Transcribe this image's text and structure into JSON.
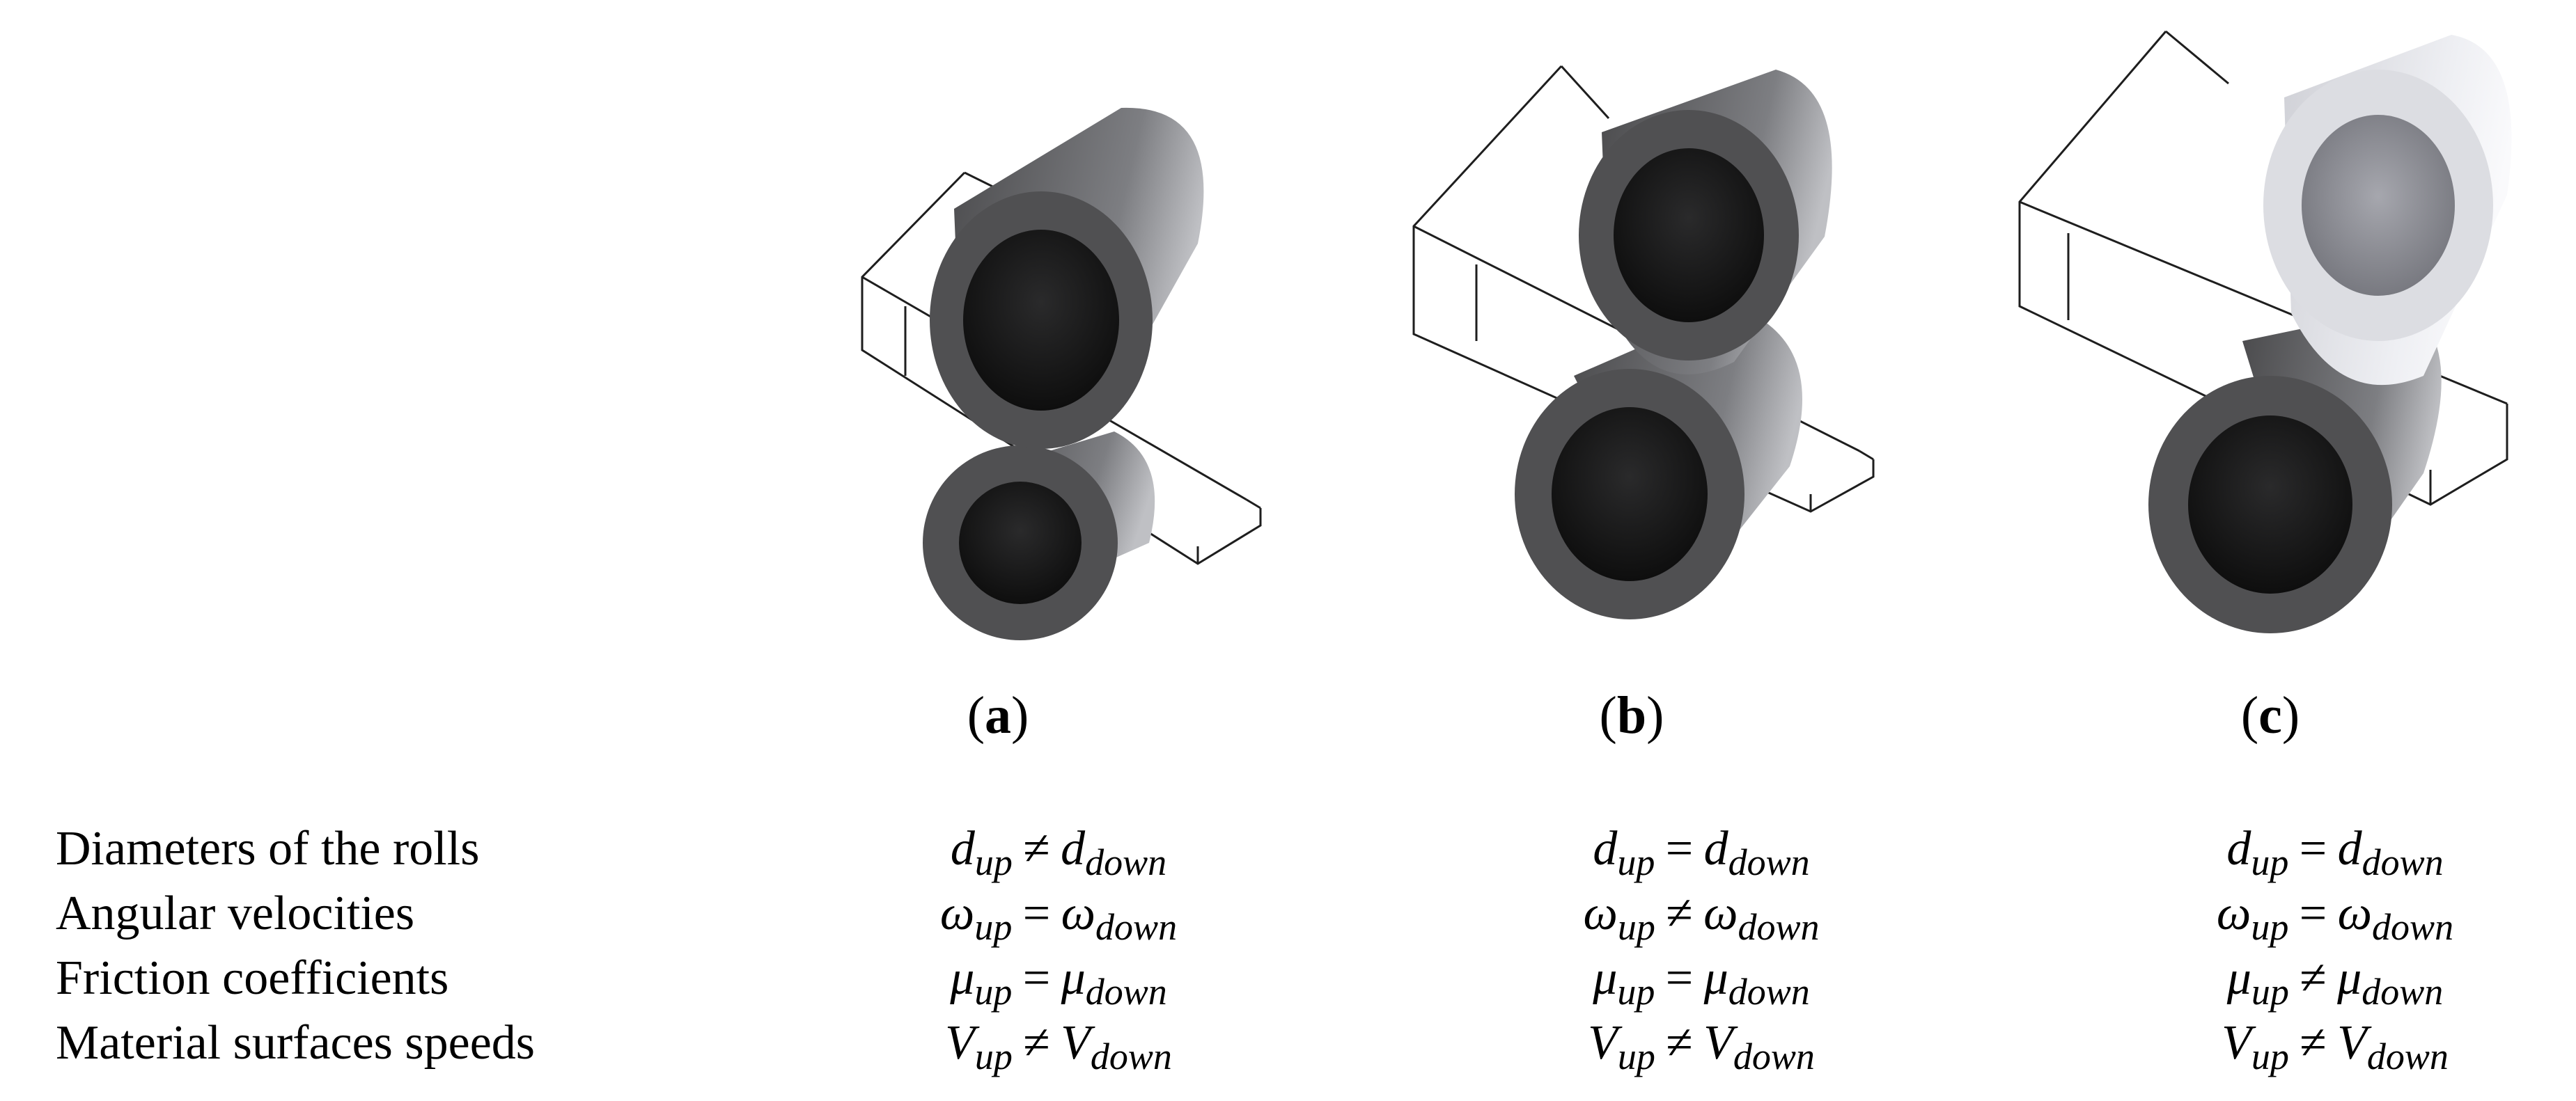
{
  "panels": [
    {
      "label": "a",
      "upper_roll": "dark",
      "lower_roll": "dark",
      "lower_roll_size": "smaller"
    },
    {
      "label": "b",
      "upper_roll": "dark",
      "lower_roll": "dark",
      "lower_roll_size": "equal"
    },
    {
      "label": "c",
      "upper_roll": "light",
      "lower_roll": "dark",
      "lower_roll_size": "equal"
    }
  ],
  "colors": {
    "dark_roll": "#505052",
    "light_roll": "#dcdde2",
    "bore": "#141414",
    "outline": "#1e1e1e"
  },
  "rows": [
    {
      "label": "Diameters of the rolls",
      "symbol": "d"
    },
    {
      "label": "Angular velocities",
      "symbol": "ω"
    },
    {
      "label": "Friction coefficients",
      "symbol": "μ"
    },
    {
      "label": "Material surfaces speeds",
      "symbol": "V"
    }
  ],
  "subscripts": {
    "up": "up",
    "down": "down"
  },
  "relations": [
    [
      "≠",
      "=",
      "=",
      "≠"
    ],
    [
      "=",
      "≠",
      "=",
      "≠"
    ],
    [
      "=",
      "=",
      "≠",
      "≠"
    ]
  ]
}
